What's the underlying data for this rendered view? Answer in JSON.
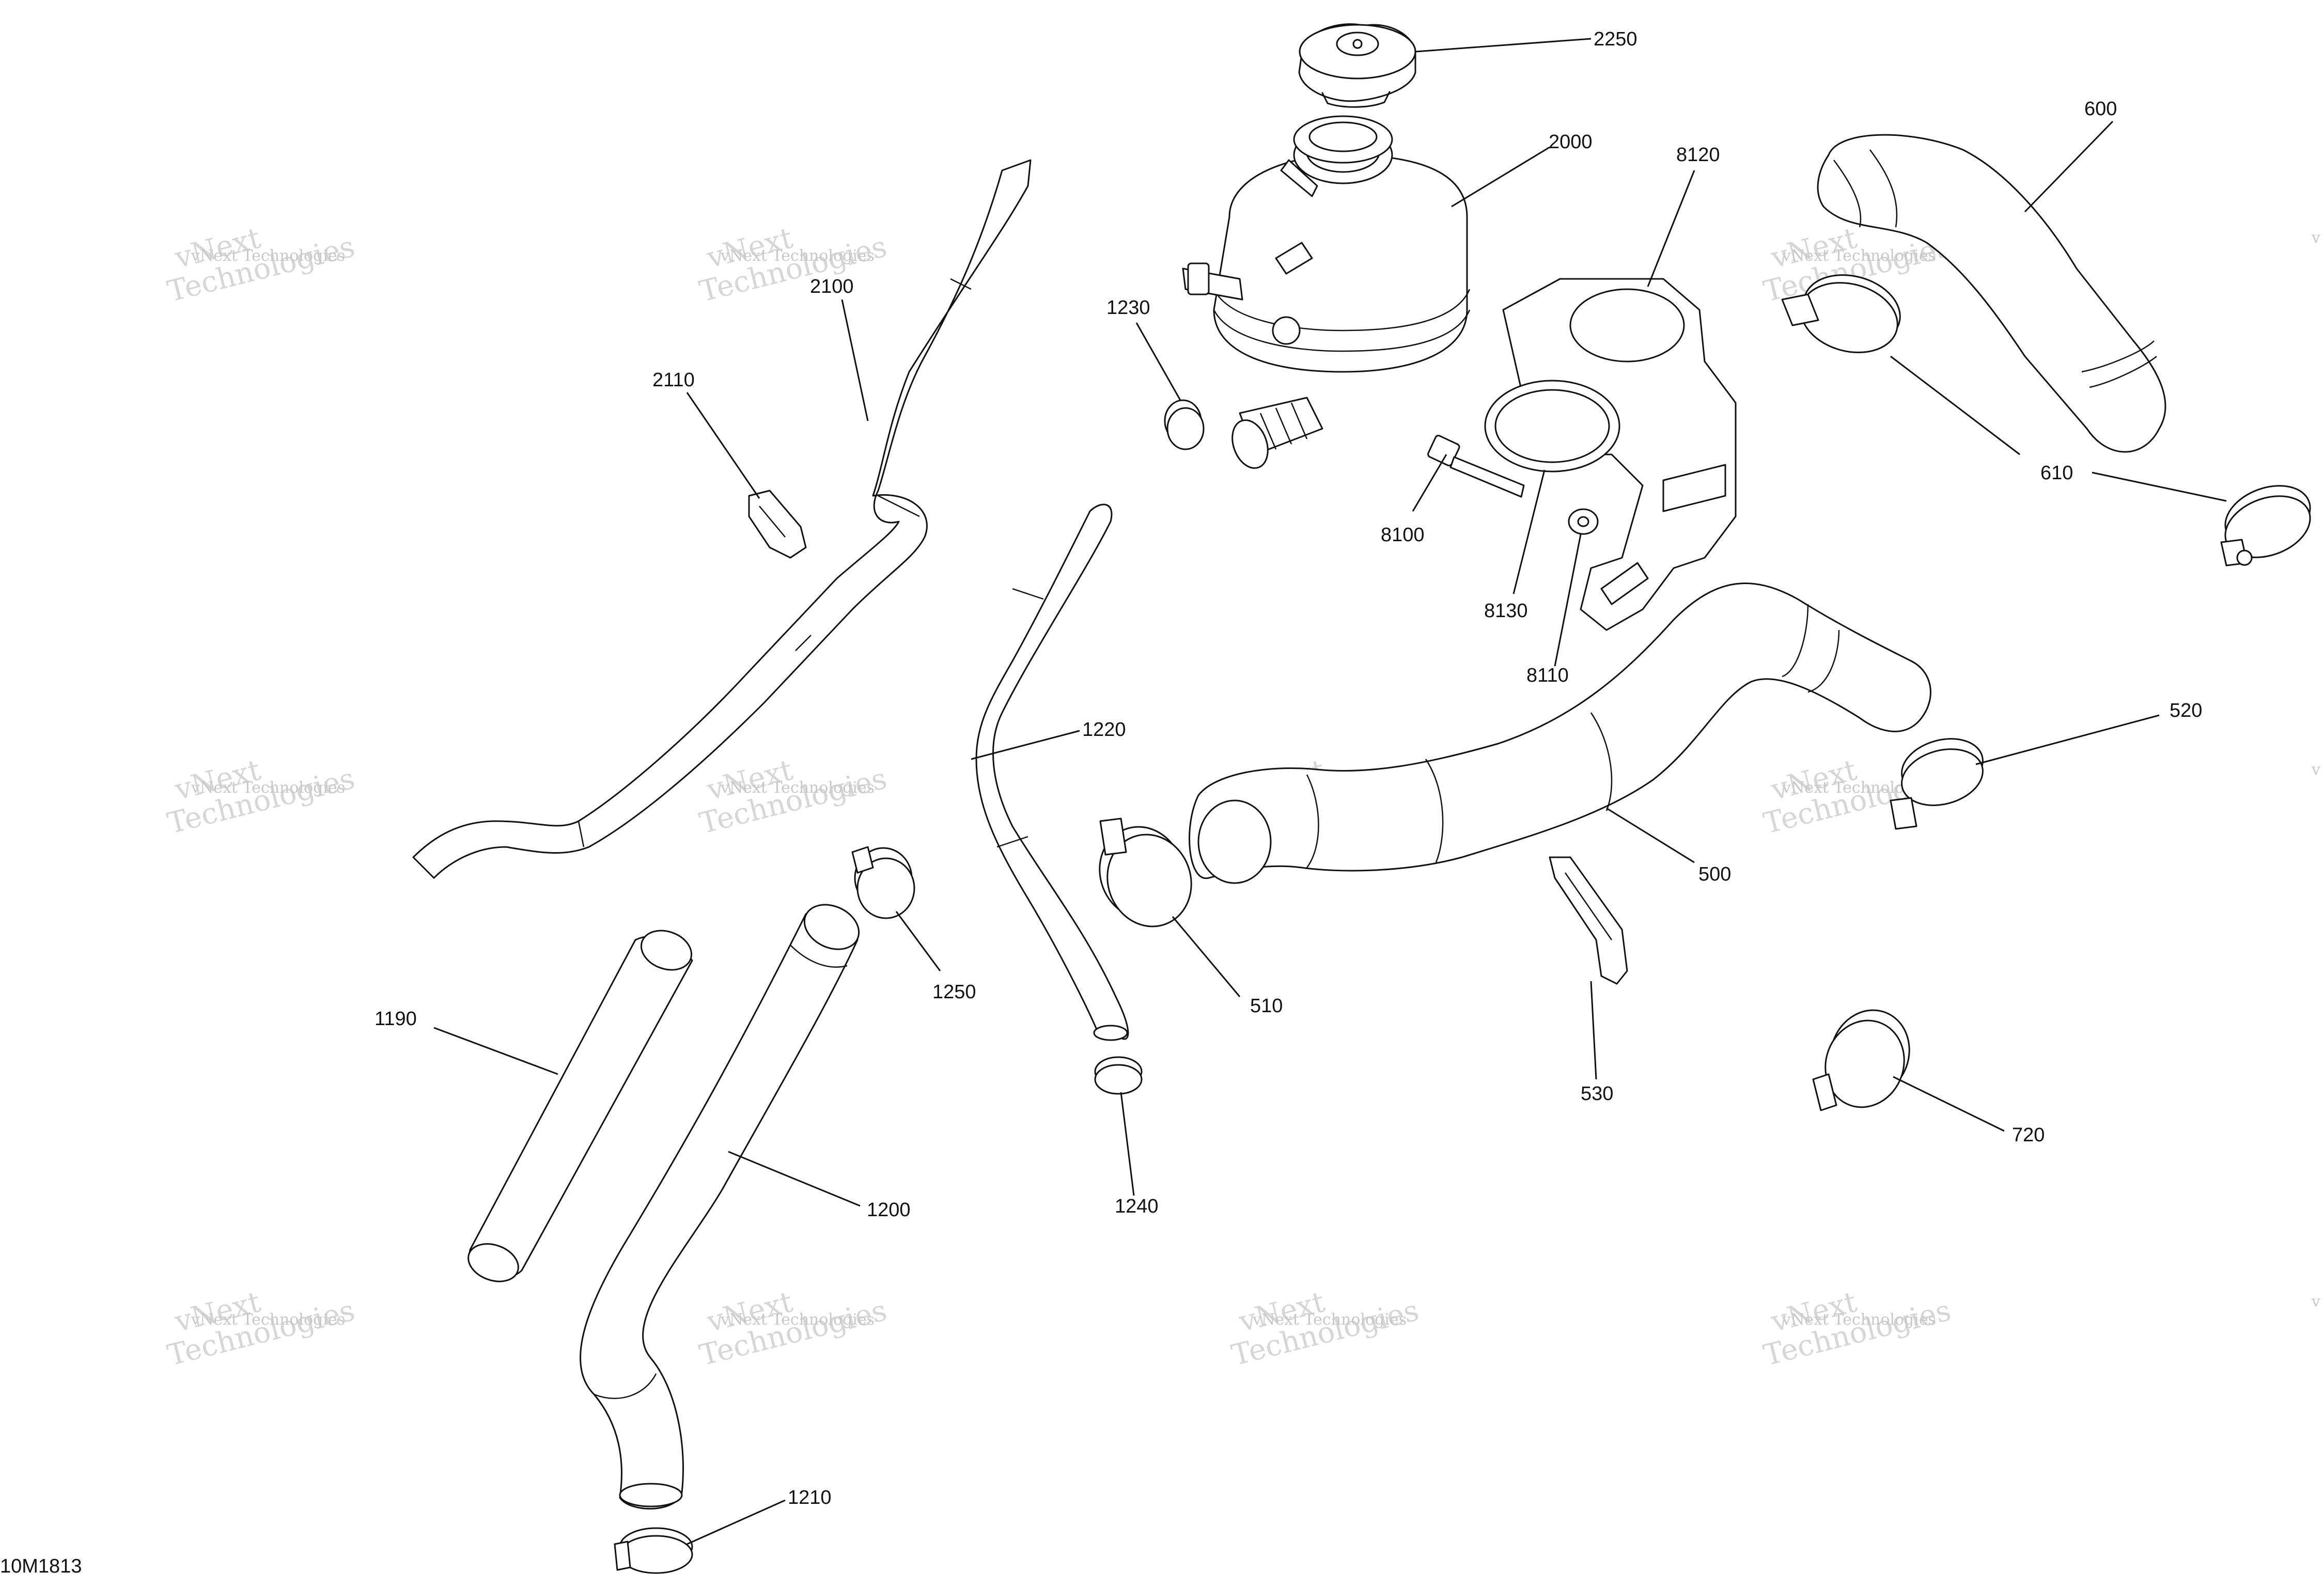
{
  "diagram": {
    "id_label": "10M1813",
    "watermark": {
      "line1": "vNext",
      "line2": "Technologies",
      "small": "vNext Technologies"
    },
    "callouts": {
      "p2250": "2250",
      "p2000": "2000",
      "p8120": "8120",
      "p600": "600",
      "p1230": "1230",
      "p2100": "2100",
      "p2110": "2110",
      "p8100": "8100",
      "p8130": "8130",
      "p8110": "8110",
      "p610": "610",
      "p1220": "1220",
      "p520": "520",
      "p500": "500",
      "p1250": "1250",
      "p510": "510",
      "p1190": "1190",
      "p530": "530",
      "p720": "720",
      "p1200": "1200",
      "p1240": "1240",
      "p1210": "1210"
    }
  },
  "colors": {
    "line": "#111111",
    "watermark": "#c8c8c8",
    "background": "#ffffff"
  }
}
